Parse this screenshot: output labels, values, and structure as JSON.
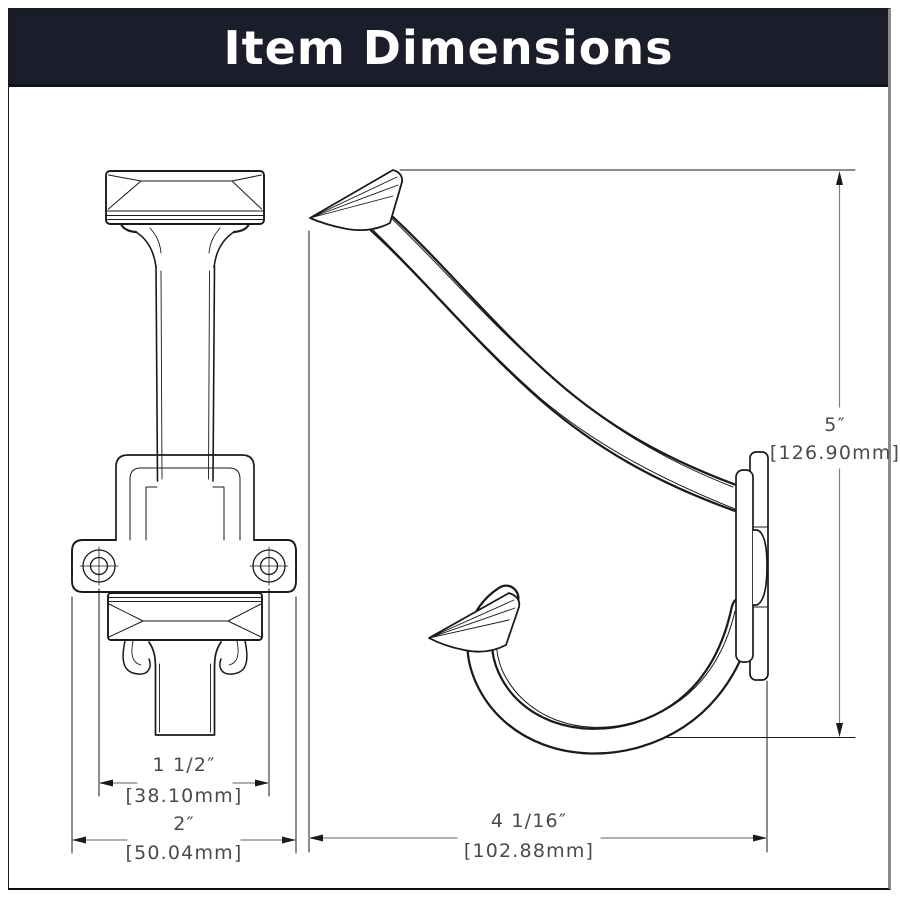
{
  "header": {
    "title": "Item Dimensions"
  },
  "theme": {
    "header_bg": "#1b1e2a",
    "header_text": "#ffffff",
    "line_color": "#1a1a1a",
    "dim_line_color": "#808080",
    "dim_text_color": "#4a4a4a",
    "canvas_bg": "#ffffff"
  },
  "dimensions": {
    "hole_spacing": {
      "inches": "1 1/2″",
      "mm": "[38.10mm]"
    },
    "overall_width": {
      "inches": "2″",
      "mm": "[50.04mm]"
    },
    "projection": {
      "inches": "4 1/16″",
      "mm": "[102.88mm]"
    },
    "height": {
      "inches": "5″",
      "mm": "[126.90mm]"
    }
  }
}
